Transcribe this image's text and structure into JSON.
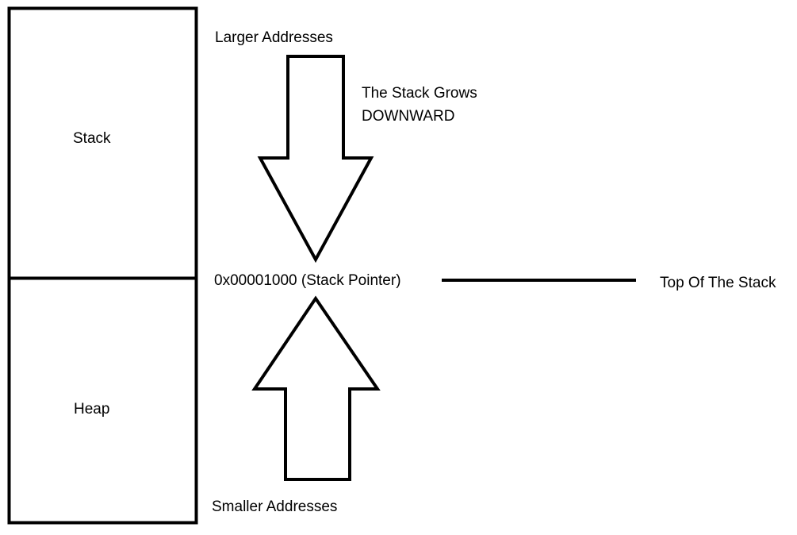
{
  "diagram": {
    "regions": {
      "stack": "Stack",
      "heap": "Heap"
    },
    "labels": {
      "larger_addresses": "Larger Addresses",
      "grows_line1": "The Stack Grows",
      "grows_line2": "DOWNWARD",
      "stack_pointer": "0x00001000 (Stack Pointer)",
      "top_of_stack": "Top Of The Stack",
      "smaller_addresses": "Smaller Addresses"
    },
    "colors": {
      "stroke": "#000000",
      "background": "#ffffff",
      "text": "#000000"
    }
  }
}
